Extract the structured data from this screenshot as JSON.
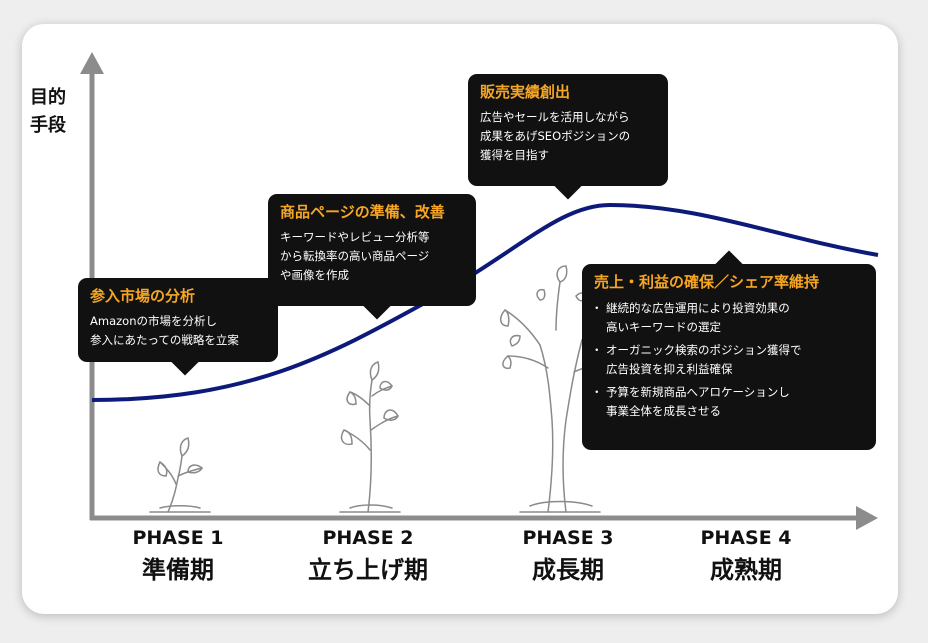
{
  "y_axis_label": [
    "目的",
    "手段"
  ],
  "colors": {
    "curve": "#0d1a7a",
    "callout_bg": "#111111",
    "callout_title": "#f6a623",
    "axis": "#8c8c8c"
  },
  "callouts": [
    {
      "title": "参入市場の分析",
      "body": [
        "Amazonの市場を分析し",
        "参入にあたっての戦略を立案"
      ]
    },
    {
      "title": "商品ページの準備、改善",
      "body": [
        "キーワードやレビュー分析等",
        "から転換率の高い商品ページ",
        "や画像を作成"
      ]
    },
    {
      "title": "販売実績創出",
      "body": [
        "広告やセールを活用しながら",
        "成果をあげSEOポジションの",
        "獲得を目指す"
      ]
    },
    {
      "title": "売上・利益の確保／シェア率維持",
      "bullets": [
        [
          "継続的な広告運用により投資効果の",
          "高いキーワードの選定"
        ],
        [
          "オーガニック検索のポジション獲得で",
          "広告投資を抑え利益確保"
        ],
        [
          "予算を新規商品へアロケーションし",
          "事業全体を成長させる"
        ]
      ]
    }
  ],
  "phases": [
    {
      "num": "PHASE 1",
      "name": "準備期"
    },
    {
      "num": "PHASE 2",
      "name": "立ち上げ期"
    },
    {
      "num": "PHASE 3",
      "name": "成長期"
    },
    {
      "num": "PHASE 4",
      "name": "成熟期"
    }
  ]
}
